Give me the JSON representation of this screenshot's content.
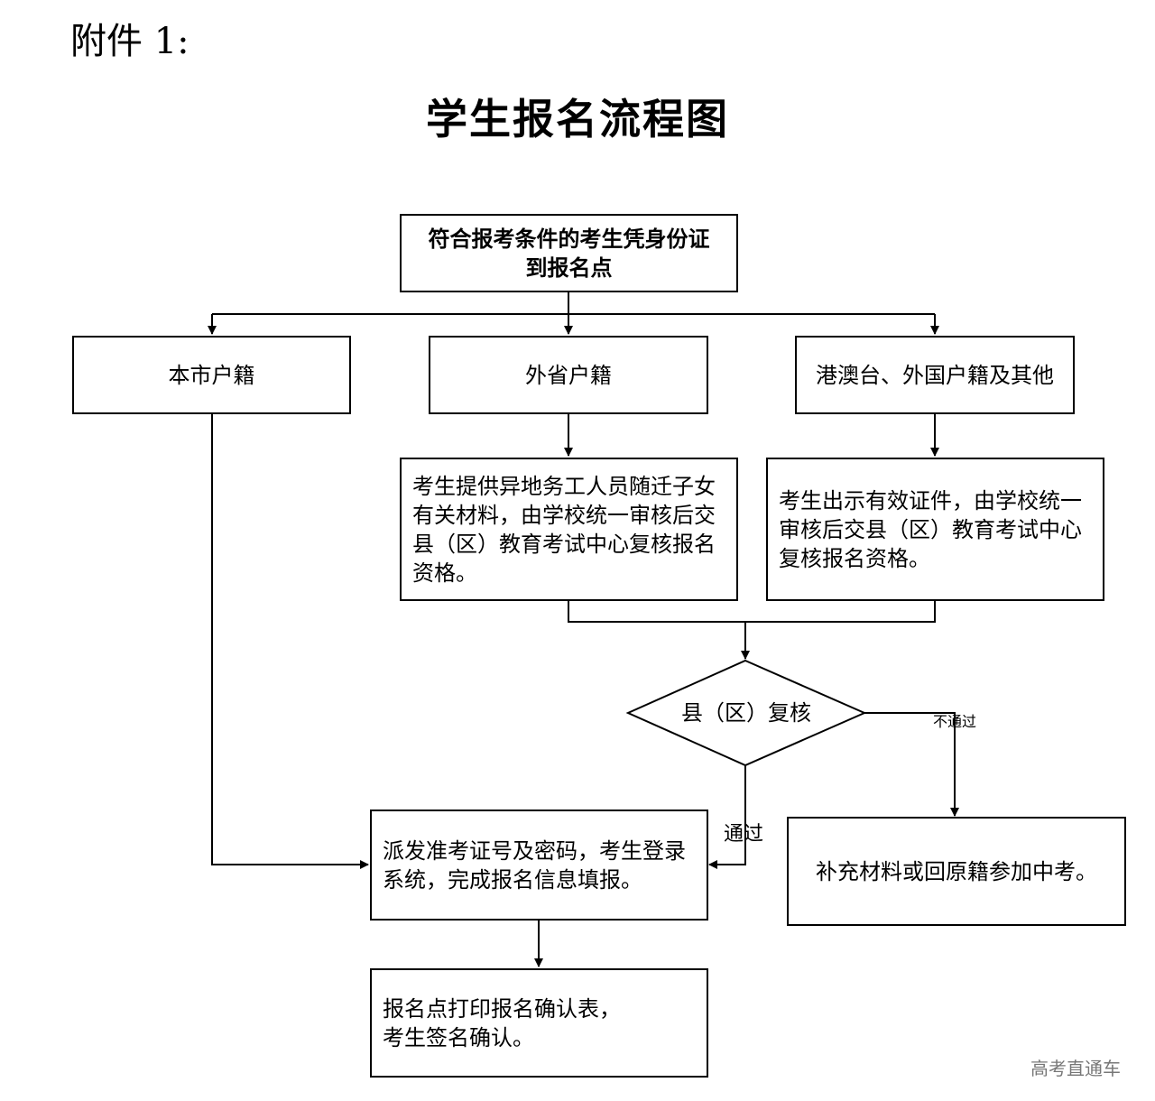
{
  "attachment_label": "附件 1:",
  "title": "学生报名流程图",
  "nodes": {
    "start": "符合报考条件的考生凭身份证\n到报名点",
    "local": "本市户籍",
    "other_province": "外省户籍",
    "hk_macau_tw": "港澳台、外国户籍及其他",
    "other_province_materials": "考生提供异地务工人员随迁子女有关材料，由学校统一审核后交县（区）教育考试中心复核报名资格。",
    "hk_materials": "考生出示有效证件，由学校统一审核后交县（区）教育考试中心复核报名资格。",
    "county_review": "县（区）复核",
    "issue_ticket": "派发准考证号及密码，考生登录系统，完成报名信息填报。",
    "supplement": "补充材料或回原籍参加中考。",
    "print_confirm": "报名点打印报名确认表，\n考生签名确认。"
  },
  "edge_labels": {
    "fail": "不通过",
    "pass": "通过"
  },
  "watermark": "高考直通车"
}
